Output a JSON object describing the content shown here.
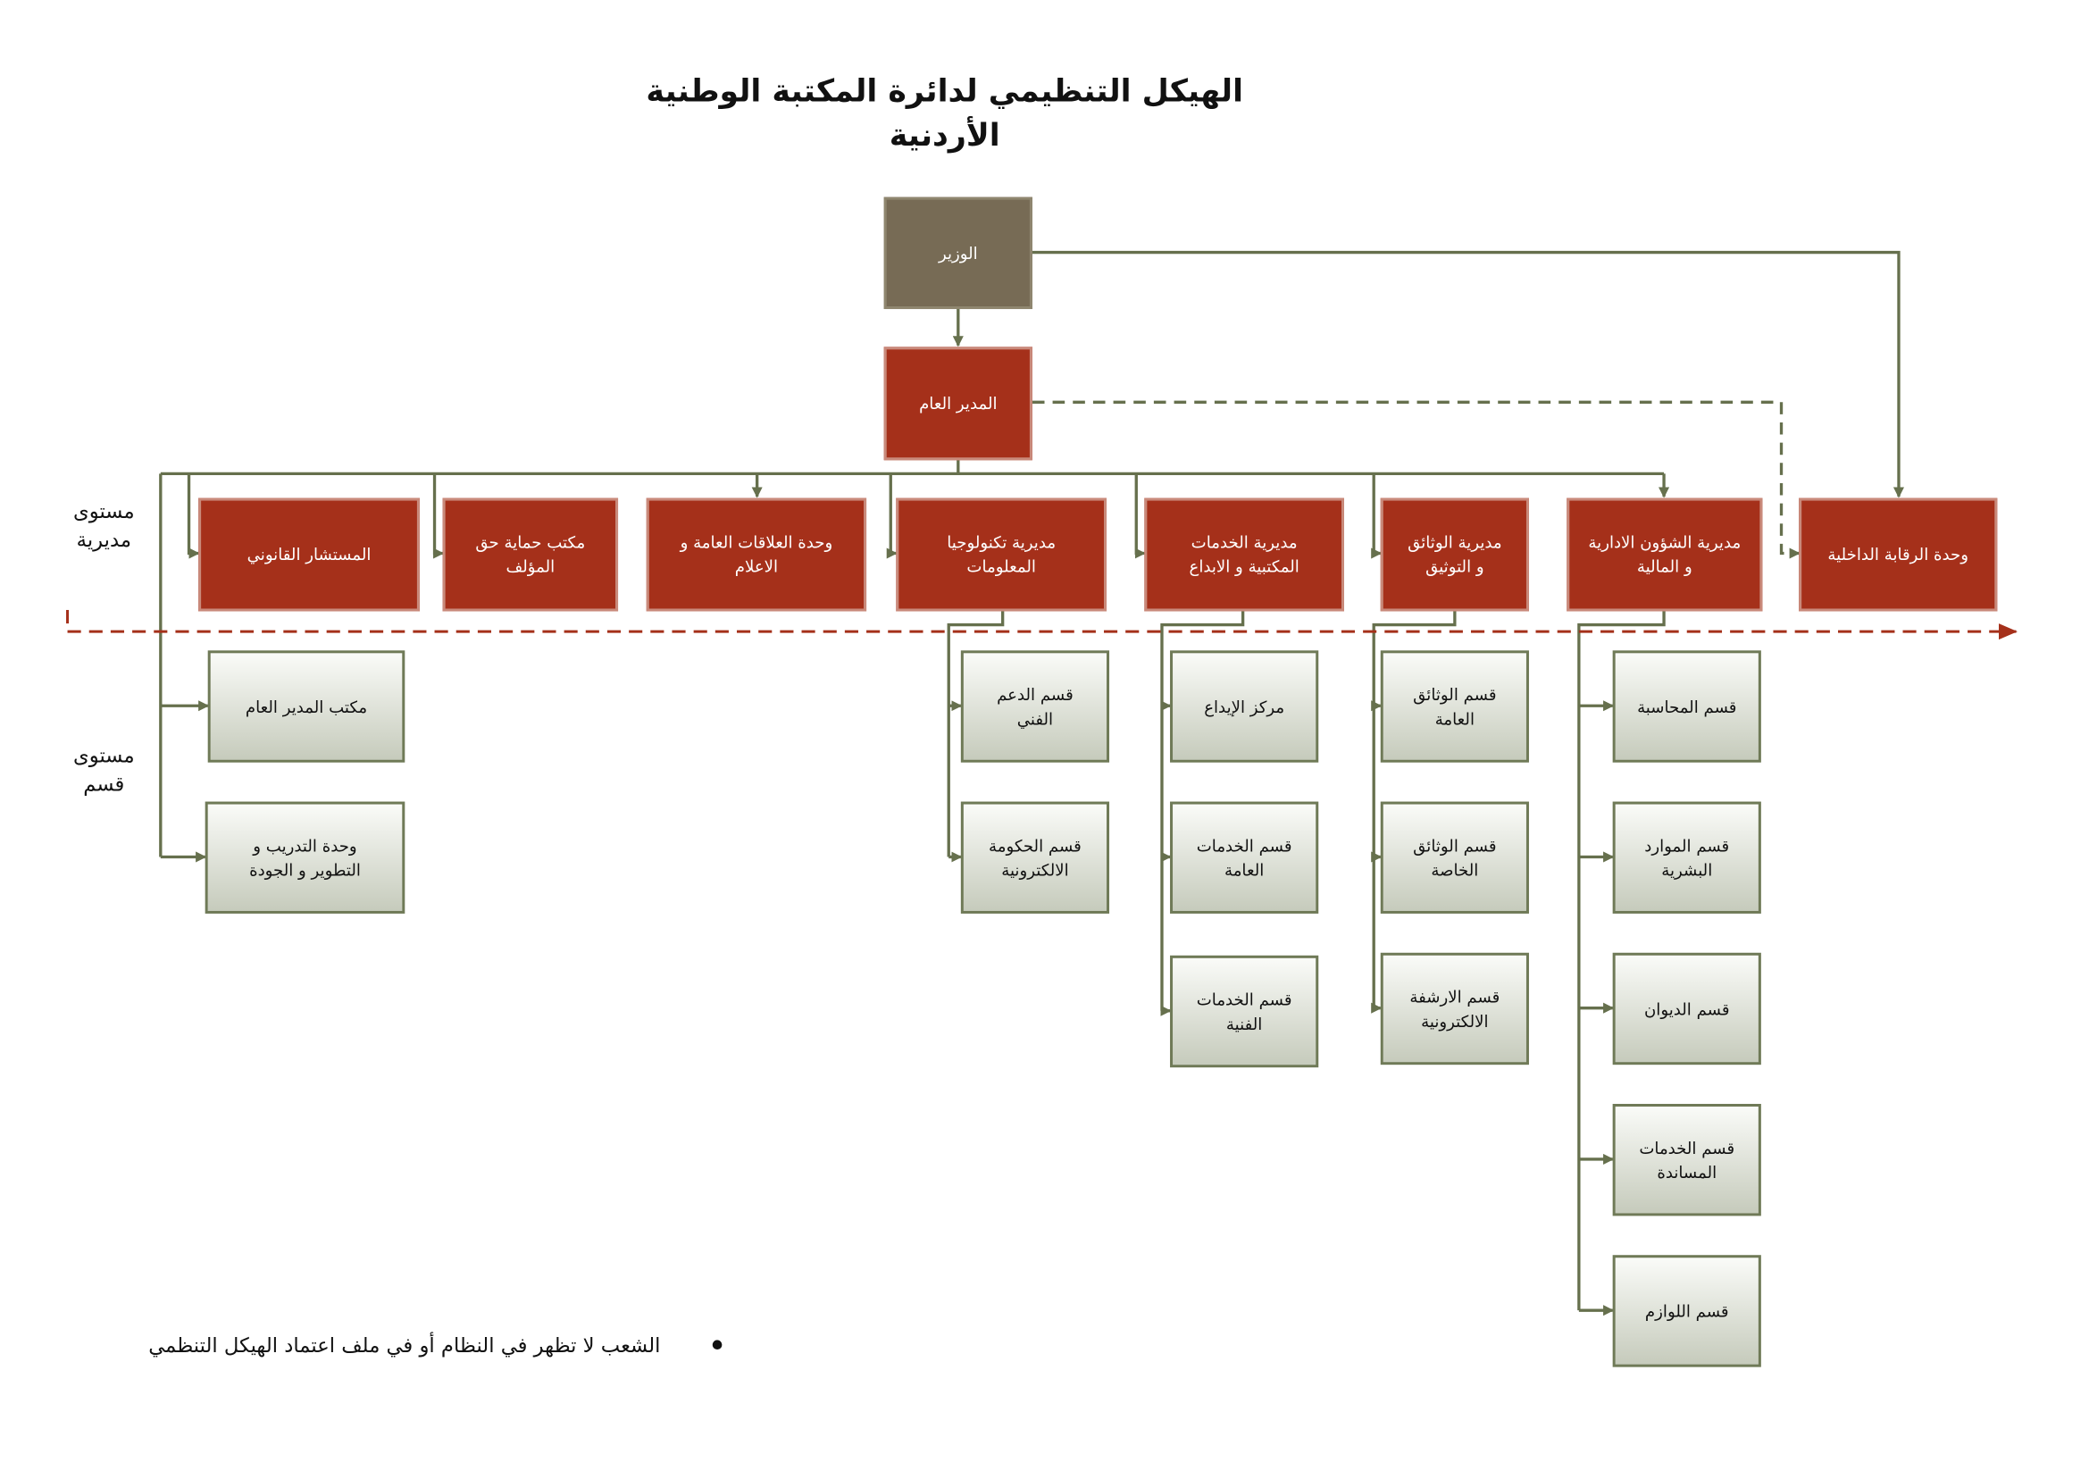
{
  "title": {
    "line1": "الهيكل التنظيمي لدائرة المكتبة الوطنية",
    "line2": "الأردنية"
  },
  "levels": {
    "directorate": "مستوى مديرية",
    "department": "مستوى قسم"
  },
  "top": {
    "minister": "الوزير",
    "general_director": "المدير العام"
  },
  "directorates": [
    "وحدة الرقابة الداخلية",
    "مديرية الشؤون الادارية و المالية",
    "مديرية الوثائق و التوثيق",
    "مديرية الخدمات المكتبية و الابداع",
    "مديرية تكنولوجيا المعلومات",
    "وحدة العلاقات العامة و الاعلام",
    "مكتب حماية حق المؤلف",
    "المستشار القانوني"
  ],
  "departments": {
    "admin_finance": [
      "قسم المحاسبة",
      "قسم الموارد البشرية",
      "قسم الديوان",
      "قسم الخدمات المساندة",
      "قسم اللوازم"
    ],
    "documents": [
      "قسم الوثائق العامة",
      "قسم الوثائق الخاصة",
      "قسم الارشفة الالكترونية"
    ],
    "library_services": [
      "مركز الإيداع",
      "قسم الخدمات العامة",
      "قسم الخدمات الفنية"
    ],
    "it": [
      "قسم الدعم الفني",
      "قسم الحكومة الالكترونية"
    ],
    "gm_units": [
      "مكتب المدير العام",
      "وحدة التدريب و التطوير و الجودة"
    ]
  },
  "footnote": "الشعب لا تظهر في النظام أو في ملف اعتماد الهيكل التنظمي",
  "colors": {
    "minister": "#776b55",
    "directorate": "#a5301a",
    "department_border": "#6f7a57",
    "connector": "#66704d",
    "level_divider": "#a5301a"
  }
}
